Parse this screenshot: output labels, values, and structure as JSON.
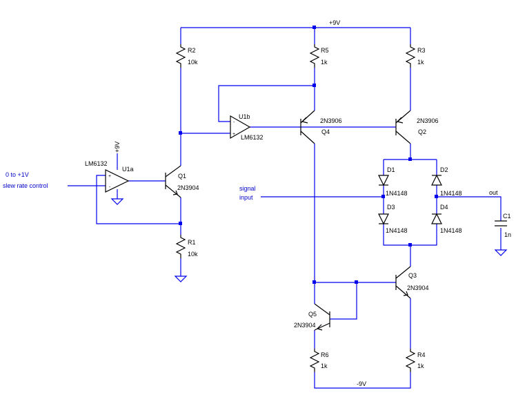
{
  "rails": {
    "vpos": "+9V",
    "vneg": "-9V"
  },
  "inputs": {
    "slew_line1": "0 to +1V",
    "slew_line2": "slew rate control",
    "signal_line1": "signal",
    "signal_line2": "input"
  },
  "output": {
    "label": "out"
  },
  "opamps": {
    "u1a": {
      "name": "U1a",
      "part": "LM6132",
      "supply": "+9V"
    },
    "u1b": {
      "name": "U1b",
      "part": "LM6132"
    }
  },
  "transistors": {
    "q1": {
      "name": "Q1",
      "part": "2N3904"
    },
    "q2": {
      "name": "Q2",
      "part": "2N3906"
    },
    "q3": {
      "name": "Q3",
      "part": "2N3904"
    },
    "q4": {
      "name": "Q4",
      "part": "2N3906"
    },
    "q5": {
      "name": "Q5",
      "part": "2N3904"
    }
  },
  "resistors": {
    "r1": {
      "name": "R1",
      "value": "10k"
    },
    "r2": {
      "name": "R2",
      "value": "10k"
    },
    "r3": {
      "name": "R3",
      "value": "1k"
    },
    "r4": {
      "name": "R4",
      "value": "1k"
    },
    "r5": {
      "name": "R5",
      "value": "1k"
    },
    "r6": {
      "name": "R6",
      "value": "1k"
    }
  },
  "diodes": {
    "d1": {
      "name": "D1",
      "part": "1N4148"
    },
    "d2": {
      "name": "D2",
      "part": "1N4148"
    },
    "d3": {
      "name": "D3",
      "part": "1N4148"
    },
    "d4": {
      "name": "D4",
      "part": "1N4148"
    }
  },
  "capacitors": {
    "c1": {
      "name": "C1",
      "value": "1n"
    }
  },
  "pin_marks": {
    "plus": "+",
    "minus": "-"
  }
}
